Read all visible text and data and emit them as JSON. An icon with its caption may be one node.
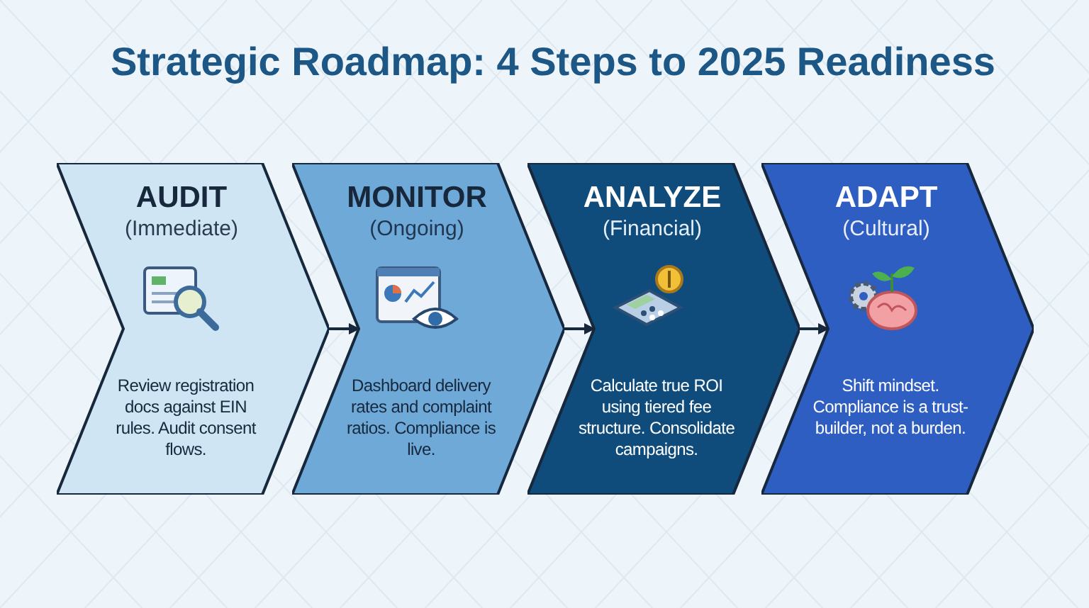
{
  "diagram": {
    "title": "Strategic Roadmap: 4 Steps to 2025 Readiness",
    "nodes": [
      {
        "text": [
          "AUDIT",
          "(Immediate)",
          "Review registration docs against EIN rules. Audit consent flows."
        ]
      },
      {
        "text": [
          "MONITOR",
          "(Ongoing)",
          "Dashboard delivery rates and complaint ratios. Compliance is live."
        ]
      },
      {
        "text": [
          "ANALYZE",
          "(Financial)",
          "Calculate true ROI using tiered fee structure. Consolidate campaigns."
        ]
      },
      {
        "text": [
          "ADAPT",
          "(Cultural)",
          "Shift mindset. Compliance is a trust-builder, not a burden."
        ]
      }
    ],
    "edges": [
      {
        "from": 0,
        "to": 1,
        "arrow": "to"
      },
      {
        "from": 1,
        "to": 2,
        "arrow": "to"
      },
      {
        "from": 2,
        "to": 3,
        "arrow": "to"
      }
    ]
  }
}
